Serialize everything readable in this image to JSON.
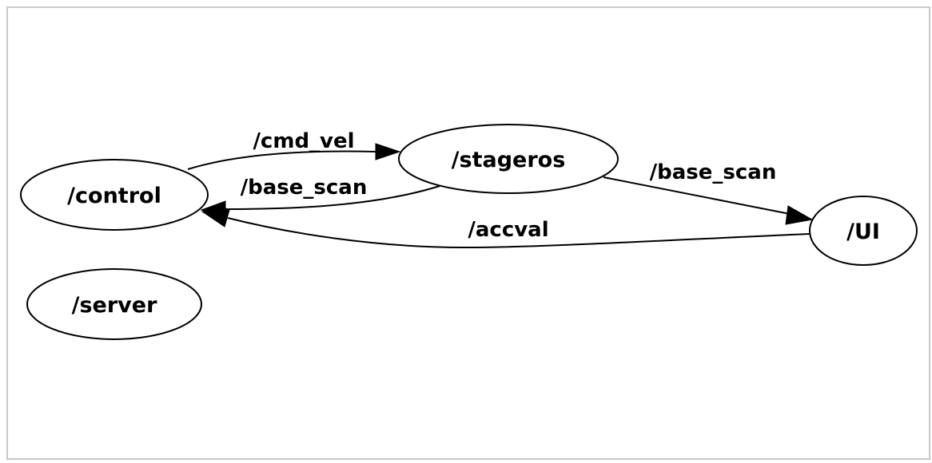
{
  "diagram": {
    "nodes": {
      "control": "/control",
      "stageros": "/stageros",
      "ui": "/UI",
      "server": "/server"
    },
    "edges": {
      "cmd_vel": {
        "label": "/cmd_vel",
        "from": "/control",
        "to": "/stageros"
      },
      "base_scan_to_control": {
        "label": "/base_scan",
        "from": "/stageros",
        "to": "/control"
      },
      "base_scan_to_ui": {
        "label": "/base_scan",
        "from": "/stageros",
        "to": "/UI"
      },
      "accval": {
        "label": "/accval",
        "from": "/UI",
        "to": "/control"
      }
    },
    "colors": {
      "stroke": "#000000",
      "fill": "#ffffff",
      "frame_border": "#c8c8c8"
    }
  }
}
